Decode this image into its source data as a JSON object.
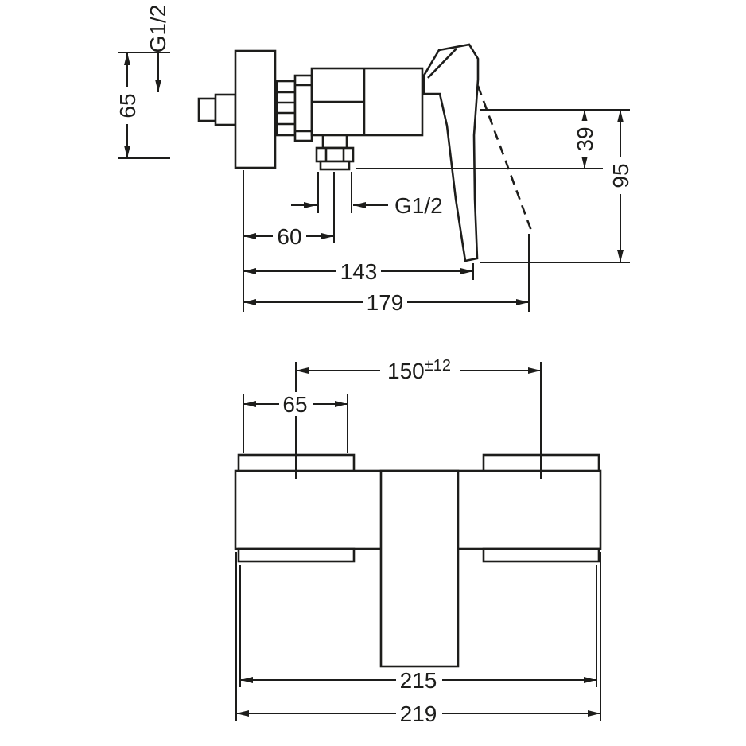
{
  "page": {
    "background": "#ffffff",
    "line_color": "#1d1d1b"
  },
  "drawing": {
    "side_view": {
      "dims": {
        "inlet_thread": "G1/2",
        "escutcheon_height": "65",
        "outlet_thread": "G1/2",
        "drop_39": "39",
        "drop_95": "95",
        "offset_60": "60",
        "depth_143": "143",
        "depth_179": "179"
      }
    },
    "front_view": {
      "dims": {
        "centers_value": "150",
        "centers_tolerance": "±12",
        "escutcheon_width": "65",
        "body_width": "215",
        "overall_width": "219"
      }
    }
  }
}
